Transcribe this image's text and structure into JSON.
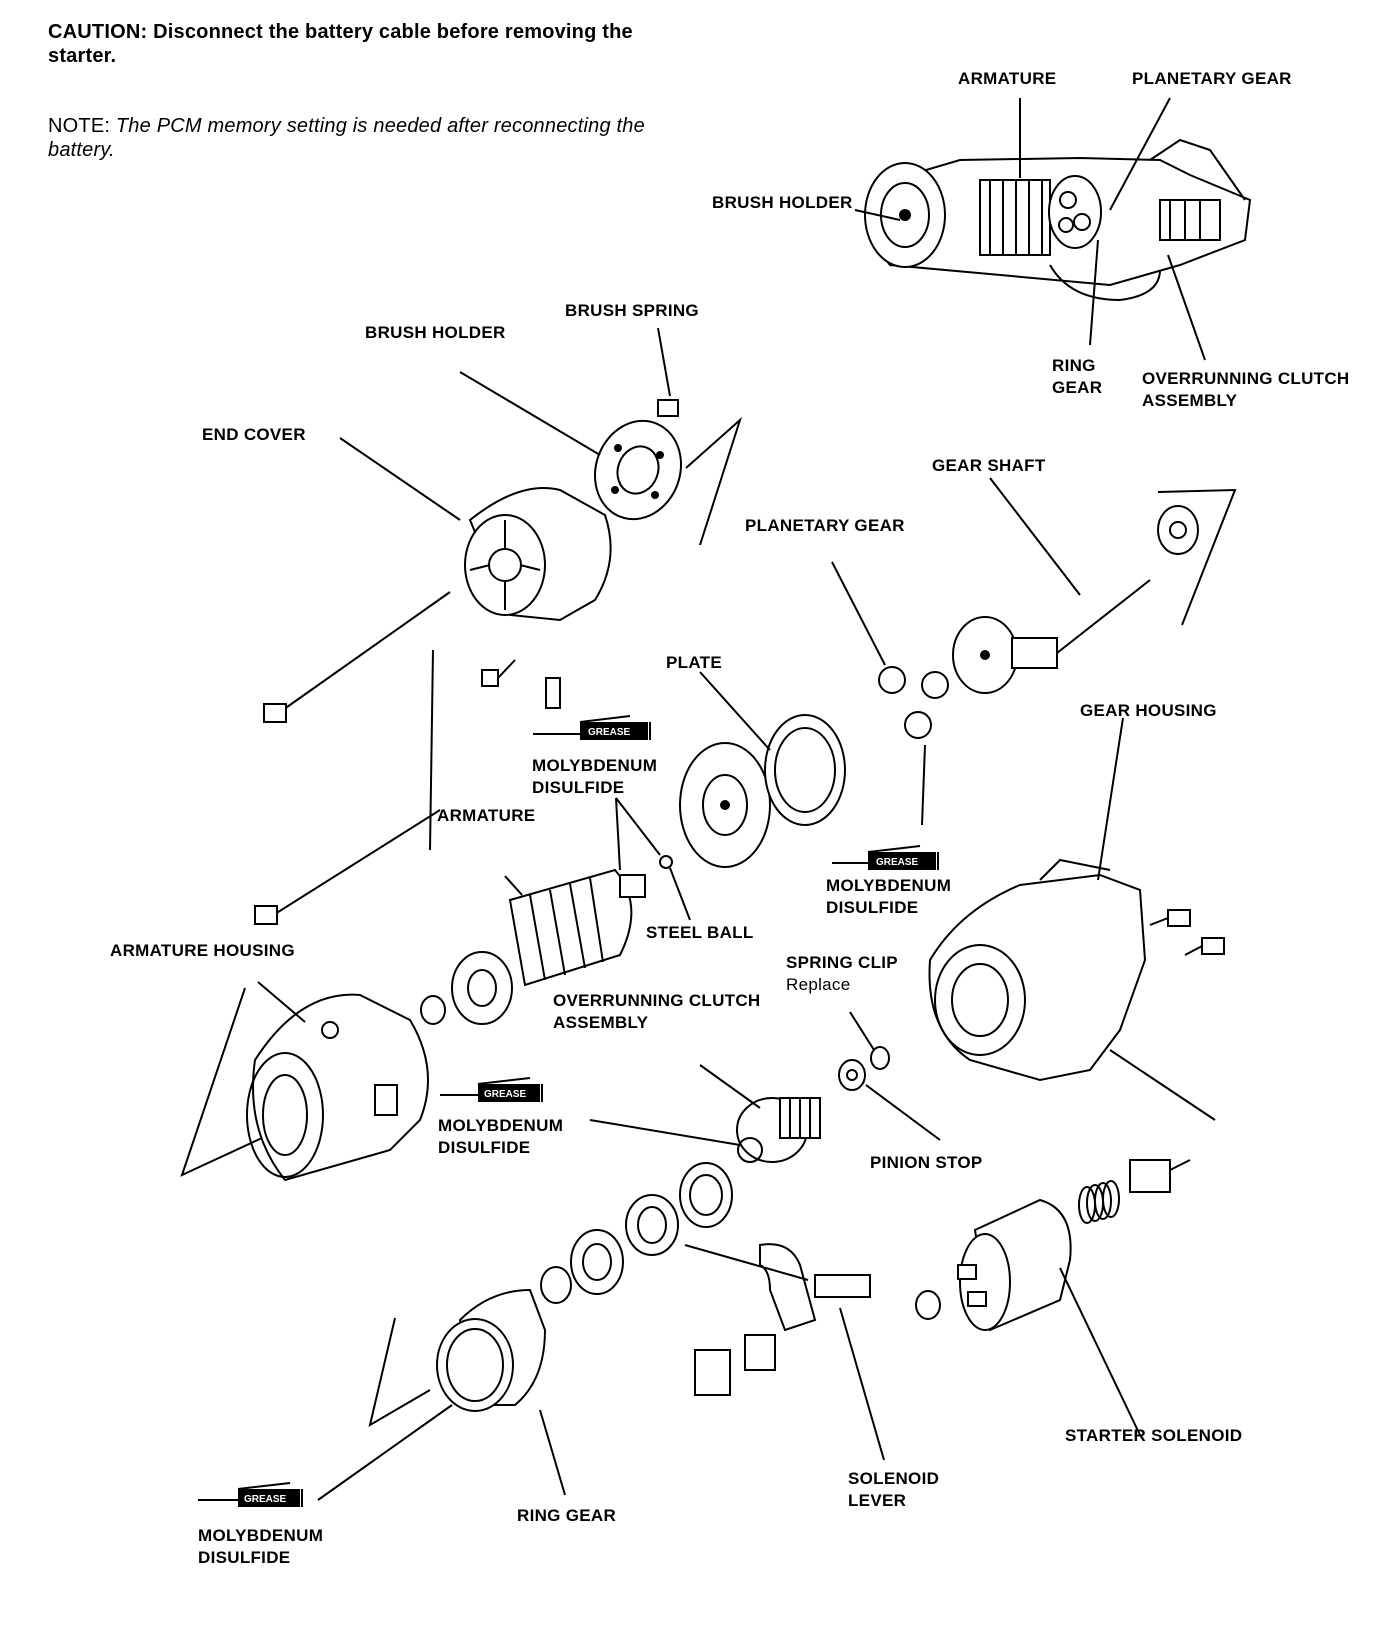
{
  "caution": {
    "prefix": "CAUTION:",
    "text": "Disconnect the battery cable before removing the starter."
  },
  "note": {
    "prefix": "NOTE:",
    "text": "The PCM memory setting is needed after reconnecting the battery."
  },
  "grease_tube_label": "GREASE",
  "labels": {
    "inset_armature": "ARMATURE",
    "inset_planetary_gear": "PLANETARY GEAR",
    "inset_brush_holder": "BRUSH HOLDER",
    "inset_ring_gear": "RING GEAR",
    "inset_overrunning_clutch": "OVERRUNNING CLUTCH ASSEMBLY",
    "brush_spring": "BRUSH SPRING",
    "brush_holder": "BRUSH HOLDER",
    "end_cover": "END COVER",
    "gear_shaft": "GEAR SHAFT",
    "planetary_gear": "PLANETARY GEAR",
    "plate": "PLATE",
    "gear_housing": "GEAR HOUSING",
    "moly_1": "MOLYBDENUM DISULFIDE",
    "armature": "ARMATURE",
    "moly_2": "MOLYBDENUM DISULFIDE",
    "steel_ball": "STEEL BALL",
    "armature_housing": "ARMATURE HOUSING",
    "spring_clip": "SPRING CLIP",
    "spring_clip_sub": "Replace",
    "overrunning_clutch": "OVERRUNNING CLUTCH ASSEMBLY",
    "moly_3": "MOLYBDENUM DISULFIDE",
    "pinion_stop": "PINION STOP",
    "starter_solenoid": "STARTER SOLENOID",
    "solenoid_lever": "SOLENOID LEVER",
    "ring_gear": "RING GEAR",
    "moly_4": "MOLYBDENUM DISULFIDE"
  }
}
